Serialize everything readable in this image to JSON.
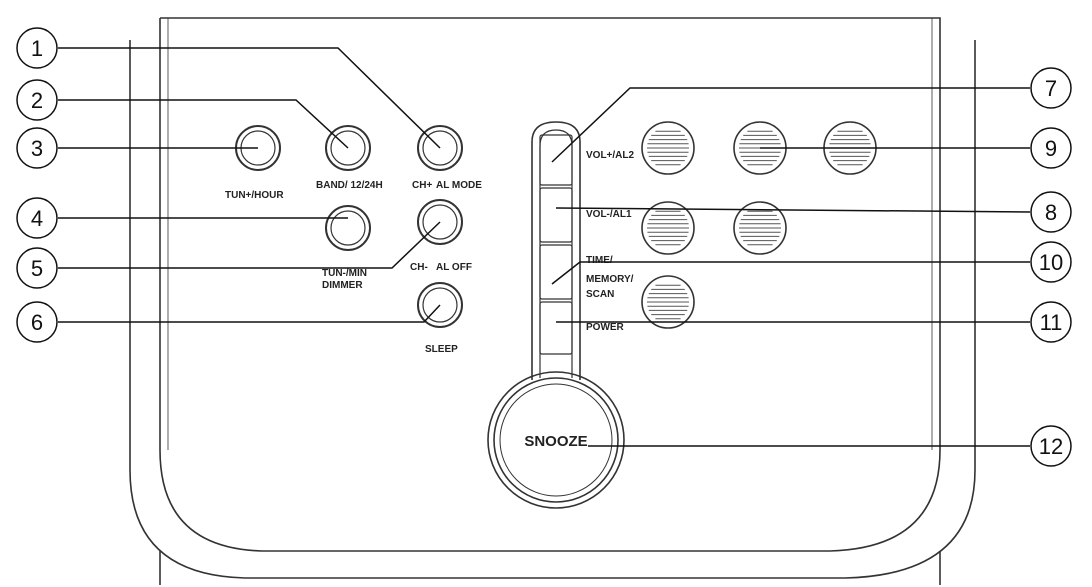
{
  "buttons": {
    "tun_hour": "TUN+/HOUR",
    "band": "BAND/ 12/24H",
    "ch_plus": "CH+",
    "al_mode": "AL MODE",
    "tun_min_1": "TUN-/MIN",
    "tun_min_2": "DIMMER",
    "ch_minus": "CH-",
    "al_off": "AL OFF",
    "sleep": "SLEEP",
    "vol_plus": "VOL+/AL2",
    "vol_minus": "VOL-/AL1",
    "time_1": "TIME/",
    "time_2": "MEMORY/",
    "time_3": "SCAN",
    "power": "POWER",
    "snooze": "SNOOZE"
  },
  "callouts": [
    "1",
    "2",
    "3",
    "4",
    "5",
    "6",
    "7",
    "8",
    "9",
    "10",
    "11",
    "12"
  ],
  "colors": {
    "stroke": "#333333",
    "background": "#ffffff"
  }
}
